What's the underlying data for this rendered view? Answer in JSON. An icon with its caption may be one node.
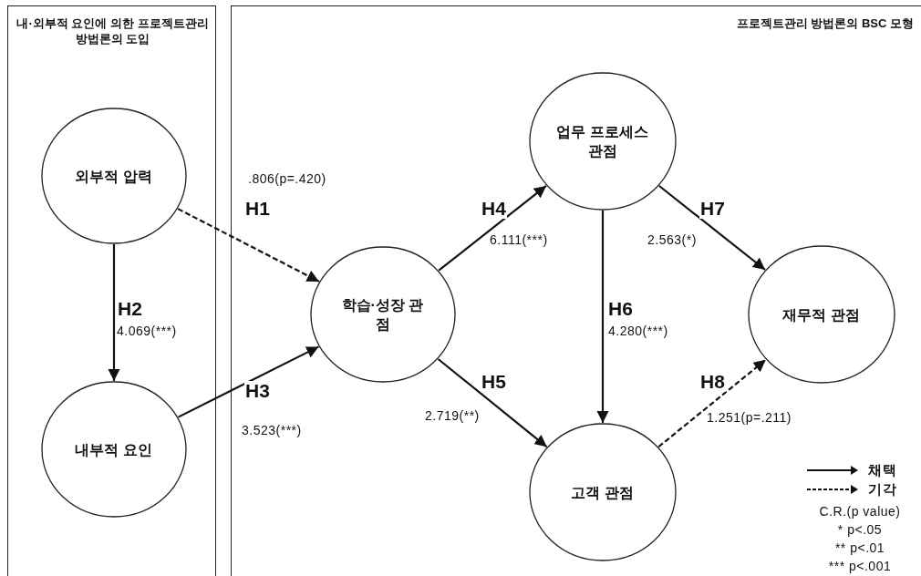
{
  "diagram": {
    "nodes": [
      {
        "text": [
          "내·외부적 요인에 의한 프로젝트관리 방법론의 도입"
        ]
      },
      {
        "text": [
          "외부적 압력"
        ],
        "in": 0
      },
      {
        "text": [
          "내부적 요인"
        ],
        "in": 0
      },
      {
        "text": [
          "프로젝트관리 방법론의 BSC 모형"
        ]
      },
      {
        "text": [
          "학습·성장 관점"
        ],
        "in": 3
      },
      {
        "text": [
          "업무 프로세스 관점"
        ],
        "in": 3
      },
      {
        "text": [
          "고객 관점"
        ],
        "in": 3
      },
      {
        "text": [
          "재무적 관점"
        ],
        "in": 3
      }
    ],
    "edges": [
      {
        "from": 1,
        "to": 4,
        "arrow": "to",
        "label": "H1",
        "style": "dashed"
      },
      {
        "from": 1,
        "to": 2,
        "arrow": "to",
        "label": "H2"
      },
      {
        "from": 2,
        "to": 4,
        "arrow": "to",
        "label": "H3"
      },
      {
        "from": 4,
        "to": 5,
        "arrow": "to",
        "label": "H4"
      },
      {
        "from": 4,
        "to": 6,
        "arrow": "to",
        "label": "H5"
      },
      {
        "from": 5,
        "to": 6,
        "arrow": "to",
        "label": "H6"
      },
      {
        "from": 5,
        "to": 7,
        "arrow": "to",
        "label": "H7"
      },
      {
        "from": 6,
        "to": 7,
        "arrow": "to",
        "label": "H8",
        "style": "dashed"
      }
    ],
    "labels": [
      ".806(p=.420)",
      "4.069(***)",
      "3.523(***)",
      "6.111(***)",
      "2.719(**)",
      "4.280(***)",
      "2.563(*)",
      "1.251(p=.211)",
      "C.R.(p value)",
      "* p<.05",
      "** p<.01",
      "*** p<.001"
    ],
    "legend": [
      {
        "text": "채택"
      },
      {
        "text": "기각"
      }
    ]
  }
}
